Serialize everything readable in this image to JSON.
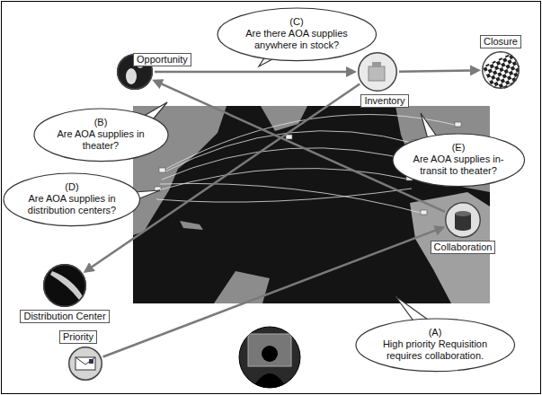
{
  "diagram": {
    "nodes": [
      {
        "text": [
          "Opportunity"
        ]
      },
      {
        "text": [
          "(C)",
          "Are there AOA supplies anywhere in stock?"
        ]
      },
      {
        "text": [
          "Inventory"
        ]
      },
      {
        "text": [
          "Closure"
        ]
      },
      {
        "text": [
          "(B)",
          "Are AOA supplies in theater?"
        ]
      },
      {
        "text": [
          "(E)",
          "Are AOA supplies in-transit to theater?"
        ]
      },
      {
        "text": [
          "(D)",
          "Are AOA supplies in distribution centers?"
        ]
      },
      {
        "text": [
          "Collaboration"
        ]
      },
      {
        "text": [
          "Distribution Center"
        ]
      },
      {
        "text": [
          "Priority"
        ]
      },
      {
        "text": [
          "(A)",
          "High priority Requisition requires collaboration."
        ]
      }
    ],
    "edges": [
      {
        "from": 9,
        "to": 7,
        "arrow": "to"
      },
      {
        "from": 7,
        "to": 0,
        "arrow": "to"
      },
      {
        "from": 0,
        "to": 2,
        "arrow": "to"
      },
      {
        "from": 2,
        "to": 8,
        "arrow": "to"
      },
      {
        "from": 2,
        "to": 3,
        "arrow": "to"
      }
    ]
  }
}
